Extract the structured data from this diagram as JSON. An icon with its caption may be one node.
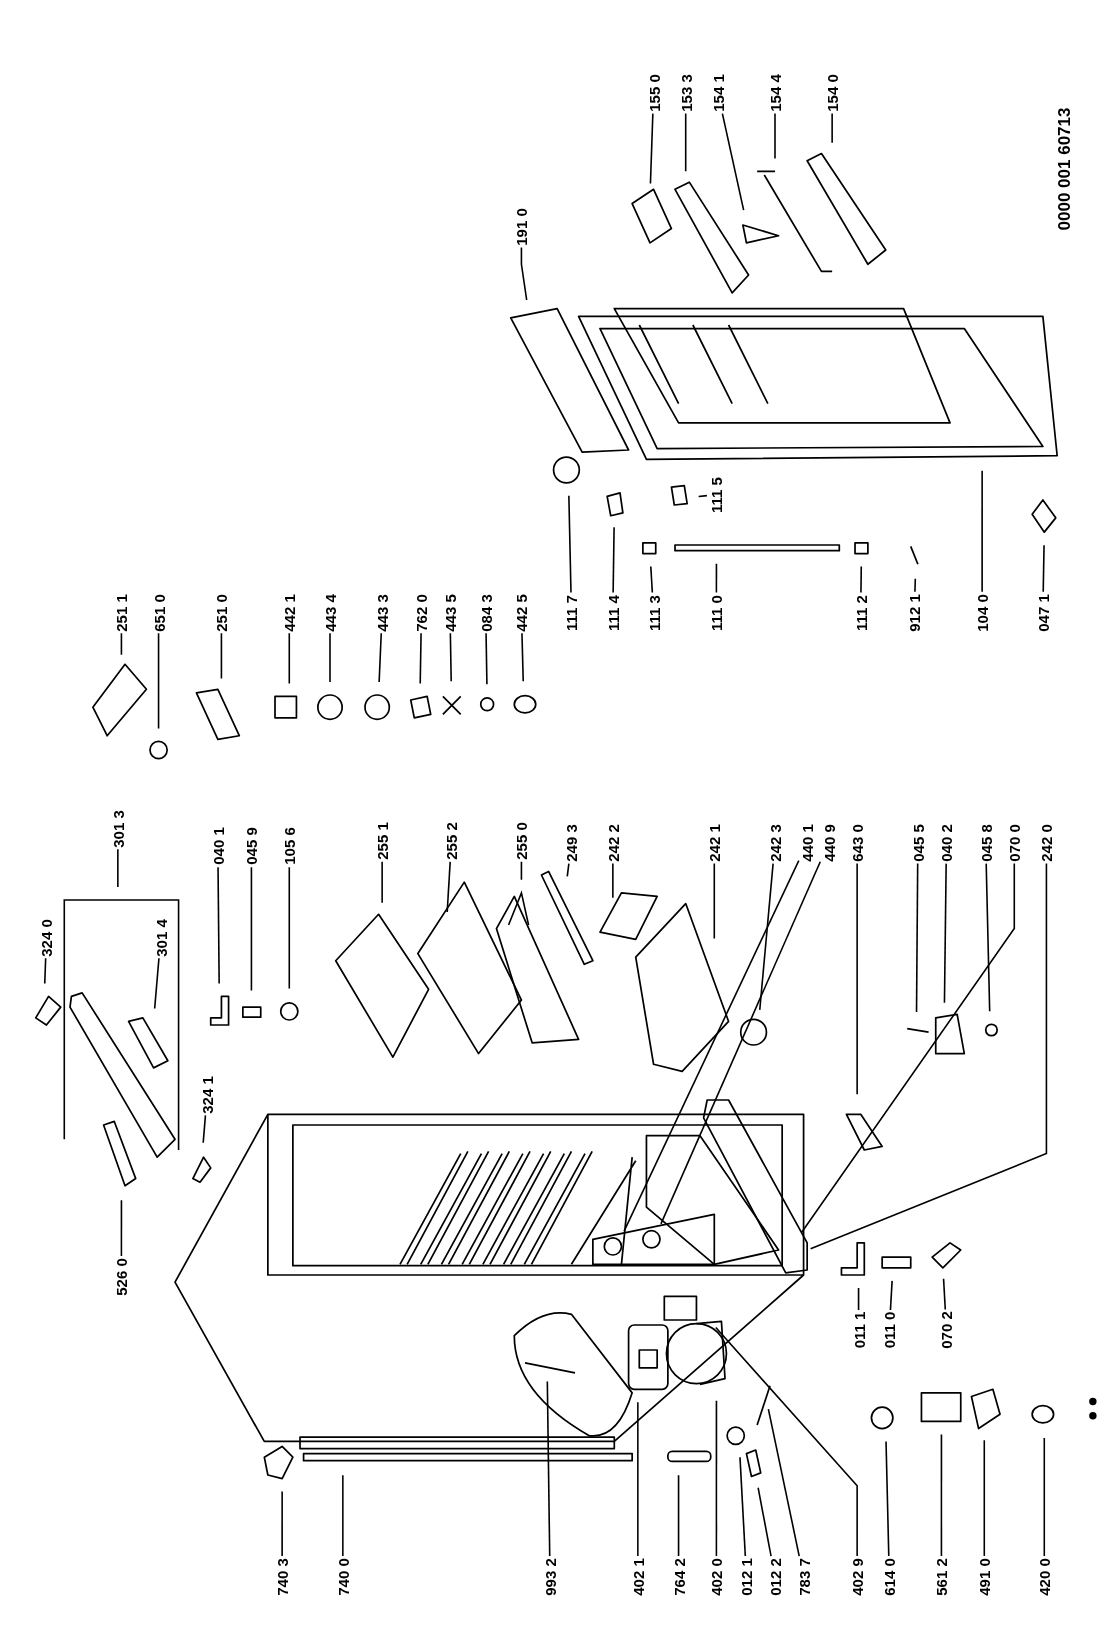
{
  "diagram": {
    "nodes": [
      {
        "text": [
          "324 0"
        ]
      },
      {
        "text": [
          "301 3"
        ]
      },
      {
        "text": [
          "301 4"
        ]
      },
      {
        "text": [
          "526 0"
        ]
      },
      {
        "text": [
          "324 1"
        ]
      },
      {
        "text": [
          "040 1"
        ]
      },
      {
        "text": [
          "045 9"
        ]
      },
      {
        "text": [
          "105 6"
        ]
      },
      {
        "text": [
          "255 1"
        ]
      },
      {
        "text": [
          "255 2"
        ]
      },
      {
        "text": [
          "255 0"
        ]
      },
      {
        "text": [
          "249 3"
        ]
      },
      {
        "text": [
          "242 2"
        ]
      },
      {
        "text": [
          "242 1"
        ]
      },
      {
        "text": [
          "242 3"
        ]
      },
      {
        "text": [
          "440 1"
        ]
      },
      {
        "text": [
          "440 9"
        ]
      },
      {
        "text": [
          "643 0"
        ]
      },
      {
        "text": [
          "045 5"
        ]
      },
      {
        "text": [
          "040 2"
        ]
      },
      {
        "text": [
          "045 8"
        ]
      },
      {
        "text": [
          "070 0"
        ]
      },
      {
        "text": [
          "242 0"
        ]
      },
      {
        "text": [
          "011 1"
        ]
      },
      {
        "text": [
          "011 0"
        ]
      },
      {
        "text": [
          "070 2"
        ]
      },
      {
        "text": [
          "740 3"
        ]
      },
      {
        "text": [
          "740 0"
        ]
      },
      {
        "text": [
          "993 2"
        ]
      },
      {
        "text": [
          "402 1"
        ]
      },
      {
        "text": [
          "764 2"
        ]
      },
      {
        "text": [
          "402 0"
        ]
      },
      {
        "text": [
          "012 1"
        ]
      },
      {
        "text": [
          "012 2"
        ]
      },
      {
        "text": [
          "783 7"
        ]
      },
      {
        "text": [
          "402 9"
        ]
      },
      {
        "text": [
          "614 0"
        ]
      },
      {
        "text": [
          "561 2"
        ]
      },
      {
        "text": [
          "491 0"
        ]
      },
      {
        "text": [
          "420 0"
        ]
      },
      {
        "text": [
          "251 1"
        ]
      },
      {
        "text": [
          "651 0"
        ]
      },
      {
        "text": [
          "251 0"
        ]
      },
      {
        "text": [
          "442 1"
        ]
      },
      {
        "text": [
          "443 4"
        ]
      },
      {
        "text": [
          "443 3"
        ]
      },
      {
        "text": [
          "762 0"
        ]
      },
      {
        "text": [
          "443 5"
        ]
      },
      {
        "text": [
          "084 3"
        ]
      },
      {
        "text": [
          "442 5"
        ]
      },
      {
        "text": [
          "111 7"
        ]
      },
      {
        "text": [
          "111 4"
        ]
      },
      {
        "text": [
          "111 3"
        ]
      },
      {
        "text": [
          "111 0"
        ]
      },
      {
        "text": [
          "111 5"
        ]
      },
      {
        "text": [
          "111 2"
        ]
      },
      {
        "text": [
          "912 1"
        ]
      },
      {
        "text": [
          "104 0"
        ]
      },
      {
        "text": [
          "047 1"
        ]
      },
      {
        "text": [
          "191 0"
        ]
      },
      {
        "text": [
          "155 0"
        ]
      },
      {
        "text": [
          "153 3"
        ]
      },
      {
        "text": [
          "154 1"
        ]
      },
      {
        "text": [
          "154 4"
        ]
      },
      {
        "text": [
          "154 0"
        ]
      }
    ],
    "edges": [
      {
        "from": 0,
        "to": null,
        "arrow": "none"
      },
      {
        "from": 1,
        "to": null,
        "arrow": "none"
      },
      {
        "from": 2,
        "to": null,
        "arrow": "none"
      },
      {
        "from": 3,
        "to": null,
        "arrow": "none"
      },
      {
        "from": 4,
        "to": null,
        "arrow": "none"
      },
      {
        "from": 5,
        "to": null,
        "arrow": "none"
      },
      {
        "from": 6,
        "to": null,
        "arrow": "none"
      },
      {
        "from": 7,
        "to": null,
        "arrow": "none"
      },
      {
        "from": 8,
        "to": null,
        "arrow": "none"
      },
      {
        "from": 9,
        "to": null,
        "arrow": "none"
      },
      {
        "from": 10,
        "to": null,
        "arrow": "none"
      },
      {
        "from": 11,
        "to": null,
        "arrow": "none"
      },
      {
        "from": 12,
        "to": null,
        "arrow": "none"
      },
      {
        "from": 13,
        "to": null,
        "arrow": "none"
      },
      {
        "from": 14,
        "to": null,
        "arrow": "none"
      },
      {
        "from": 15,
        "to": null,
        "arrow": "none"
      },
      {
        "from": 16,
        "to": null,
        "arrow": "none"
      },
      {
        "from": 17,
        "to": null,
        "arrow": "none"
      },
      {
        "from": 18,
        "to": null,
        "arrow": "none"
      },
      {
        "from": 19,
        "to": null,
        "arrow": "none"
      },
      {
        "from": 20,
        "to": null,
        "arrow": "none"
      },
      {
        "from": 21,
        "to": null,
        "arrow": "none"
      },
      {
        "from": 22,
        "to": null,
        "arrow": "none"
      },
      {
        "from": 23,
        "to": null,
        "arrow": "none"
      },
      {
        "from": 24,
        "to": null,
        "arrow": "none"
      },
      {
        "from": 25,
        "to": null,
        "arrow": "none"
      },
      {
        "from": 26,
        "to": null,
        "arrow": "none"
      },
      {
        "from": 27,
        "to": null,
        "arrow": "none"
      },
      {
        "from": 28,
        "to": null,
        "arrow": "none"
      },
      {
        "from": 29,
        "to": null,
        "arrow": "none"
      },
      {
        "from": 30,
        "to": null,
        "arrow": "none"
      },
      {
        "from": 31,
        "to": null,
        "arrow": "none"
      },
      {
        "from": 32,
        "to": null,
        "arrow": "none"
      },
      {
        "from": 33,
        "to": null,
        "arrow": "none"
      },
      {
        "from": 34,
        "to": null,
        "arrow": "none"
      },
      {
        "from": 35,
        "to": null,
        "arrow": "none"
      },
      {
        "from": 36,
        "to": null,
        "arrow": "none"
      },
      {
        "from": 37,
        "to": null,
        "arrow": "none"
      },
      {
        "from": 38,
        "to": null,
        "arrow": "none"
      },
      {
        "from": 39,
        "to": null,
        "arrow": "none"
      },
      {
        "from": 40,
        "to": null,
        "arrow": "none"
      },
      {
        "from": 41,
        "to": null,
        "arrow": "none"
      },
      {
        "from": 42,
        "to": null,
        "arrow": "none"
      },
      {
        "from": 43,
        "to": null,
        "arrow": "none"
      },
      {
        "from": 44,
        "to": null,
        "arrow": "none"
      },
      {
        "from": 45,
        "to": null,
        "arrow": "none"
      },
      {
        "from": 46,
        "to": null,
        "arrow": "none"
      },
      {
        "from": 47,
        "to": null,
        "arrow": "none"
      },
      {
        "from": 48,
        "to": null,
        "arrow": "none"
      },
      {
        "from": 49,
        "to": null,
        "arrow": "none"
      },
      {
        "from": 50,
        "to": null,
        "arrow": "none"
      },
      {
        "from": 51,
        "to": null,
        "arrow": "none"
      },
      {
        "from": 52,
        "to": null,
        "arrow": "none"
      },
      {
        "from": 53,
        "to": null,
        "arrow": "none"
      },
      {
        "from": 54,
        "to": null,
        "arrow": "none"
      },
      {
        "from": 55,
        "to": null,
        "arrow": "none"
      },
      {
        "from": 56,
        "to": null,
        "arrow": "none"
      },
      {
        "from": 57,
        "to": null,
        "arrow": "none"
      },
      {
        "from": 58,
        "to": null,
        "arrow": "none"
      },
      {
        "from": 59,
        "to": null,
        "arrow": "none"
      },
      {
        "from": 60,
        "to": null,
        "arrow": "none"
      },
      {
        "from": 61,
        "to": null,
        "arrow": "none"
      },
      {
        "from": 62,
        "to": null,
        "arrow": "none"
      },
      {
        "from": 63,
        "to": null,
        "arrow": "none"
      },
      {
        "from": 64,
        "to": null,
        "arrow": "none"
      }
    ],
    "labels": [
      "0000 001 60713"
    ]
  }
}
